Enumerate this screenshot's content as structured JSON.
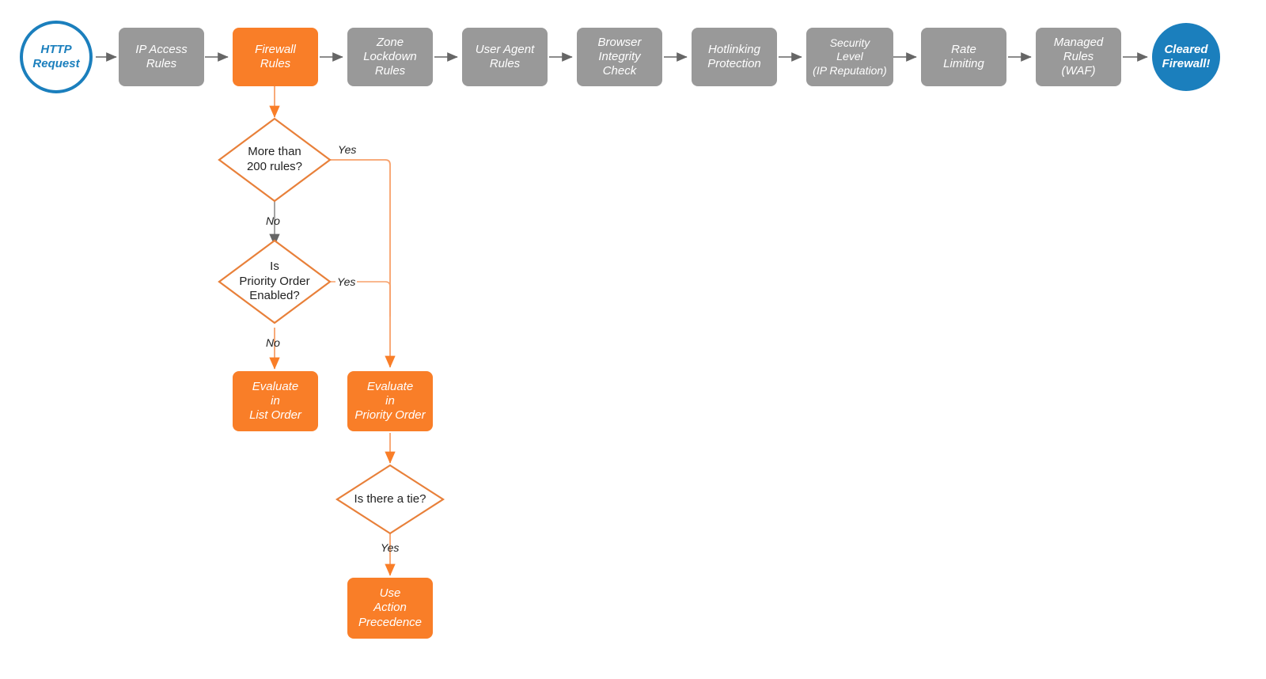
{
  "diagram": {
    "title": "Cloudflare firewall request evaluation order flowchart",
    "colors": {
      "orange": "#F97E28",
      "gray": "#999999",
      "blue": "#1B7FBD",
      "arrow_gray": "#666666",
      "text_dark": "#222222",
      "background": "#FFFFFF"
    }
  },
  "pipeline": {
    "start": {
      "line1": "HTTP",
      "line2": "Request"
    },
    "steps": [
      {
        "id": "ip-access-rules",
        "line1": "IP Access",
        "line2": "Rules",
        "line3": "",
        "color": "gray"
      },
      {
        "id": "firewall-rules",
        "line1": "Firewall",
        "line2": "Rules",
        "line3": "",
        "color": "orange"
      },
      {
        "id": "zone-lockdown-rules",
        "line1": "Zone",
        "line2": "Lockdown",
        "line3": "Rules",
        "color": "gray"
      },
      {
        "id": "user-agent-rules",
        "line1": "User Agent",
        "line2": "Rules",
        "line3": "",
        "color": "gray"
      },
      {
        "id": "browser-integrity",
        "line1": "Browser",
        "line2": "Integrity",
        "line3": "Check",
        "color": "gray"
      },
      {
        "id": "hotlinking",
        "line1": "Hotlinking",
        "line2": "Protection",
        "line3": "",
        "color": "gray"
      },
      {
        "id": "security-level",
        "line1": "Security",
        "line2": "Level",
        "line3": "(IP Reputation)",
        "color": "gray"
      },
      {
        "id": "rate-limiting",
        "line1": "Rate",
        "line2": "Limiting",
        "line3": "",
        "color": "gray"
      },
      {
        "id": "managed-rules-waf",
        "line1": "Managed",
        "line2": "Rules",
        "line3": "(WAF)",
        "color": "gray"
      }
    ],
    "end": {
      "line1": "Cleared",
      "line2": "Firewall!"
    }
  },
  "branch": {
    "decisions": [
      {
        "id": "more-than-200-rules",
        "line1": "More than",
        "line2": "200 rules?",
        "line3": ""
      },
      {
        "id": "is-priority-order",
        "line1": "Is",
        "line2": "Priority Order",
        "line3": "Enabled?"
      },
      {
        "id": "is-there-a-tie",
        "line1": "Is there a tie?",
        "line2": "",
        "line3": ""
      }
    ],
    "results": [
      {
        "id": "evaluate-list-order",
        "line1": "Evaluate",
        "line2": "in",
        "line3": "List Order"
      },
      {
        "id": "evaluate-priority-order",
        "line1": "Evaluate",
        "line2": "in",
        "line3": "Priority Order"
      },
      {
        "id": "use-action-precedence",
        "line1": "Use",
        "line2": "Action",
        "line3": "Precedence"
      }
    ],
    "edge_labels": {
      "d1_yes": "Yes",
      "d1_no": "No",
      "d2_yes": "Yes",
      "d2_no": "No",
      "d3_yes": "Yes"
    }
  }
}
